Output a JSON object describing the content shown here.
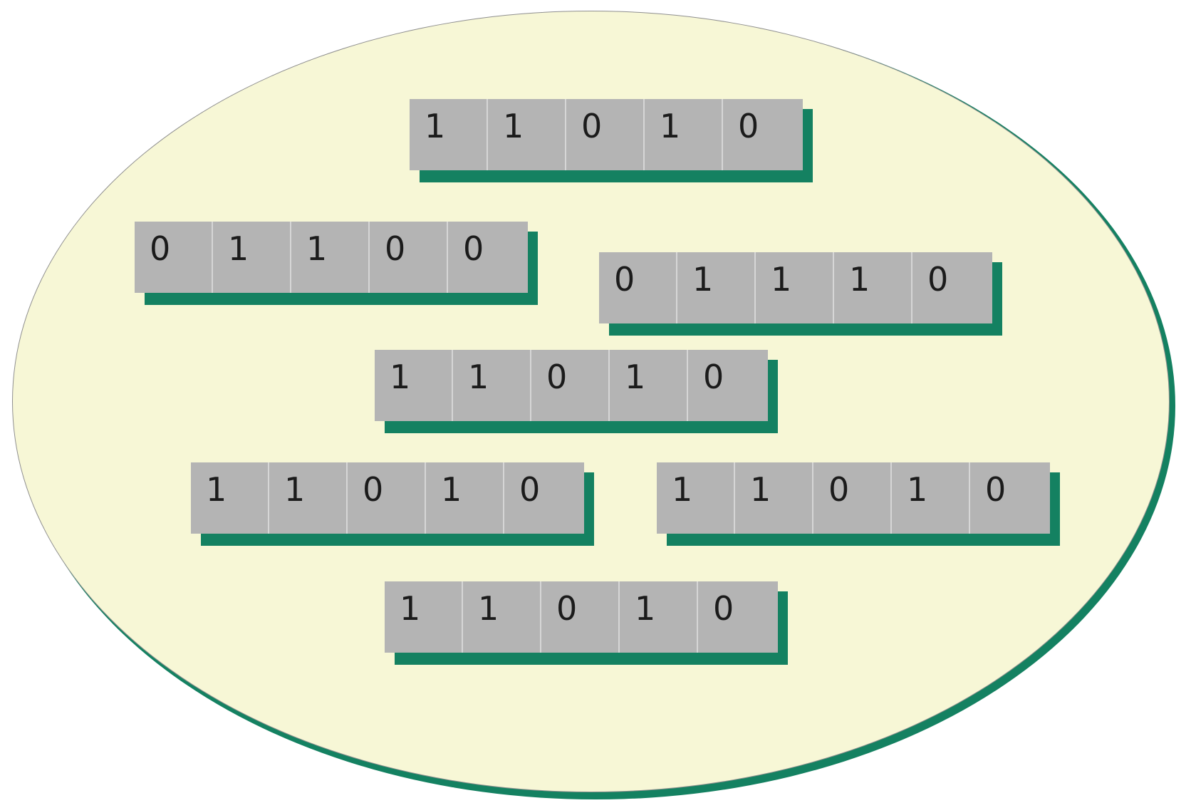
{
  "population": {
    "chromosomes": [
      {
        "genes": [
          "1",
          "1",
          "0",
          "1",
          "0"
        ]
      },
      {
        "genes": [
          "0",
          "1",
          "1",
          "0",
          "0"
        ]
      },
      {
        "genes": [
          "0",
          "1",
          "1",
          "1",
          "0"
        ]
      },
      {
        "genes": [
          "1",
          "1",
          "0",
          "1",
          "0"
        ]
      },
      {
        "genes": [
          "1",
          "1",
          "0",
          "1",
          "0"
        ]
      },
      {
        "genes": [
          "1",
          "1",
          "0",
          "1",
          "0"
        ]
      },
      {
        "genes": [
          "1",
          "1",
          "0",
          "1",
          "0"
        ]
      }
    ]
  },
  "colors": {
    "ellipse_fill": "#f7f7d6",
    "shadow": "#148161",
    "gene_fill": "#b4b4b4",
    "gene_divider": "#d6d6d6",
    "text": "#1b1b1b"
  }
}
